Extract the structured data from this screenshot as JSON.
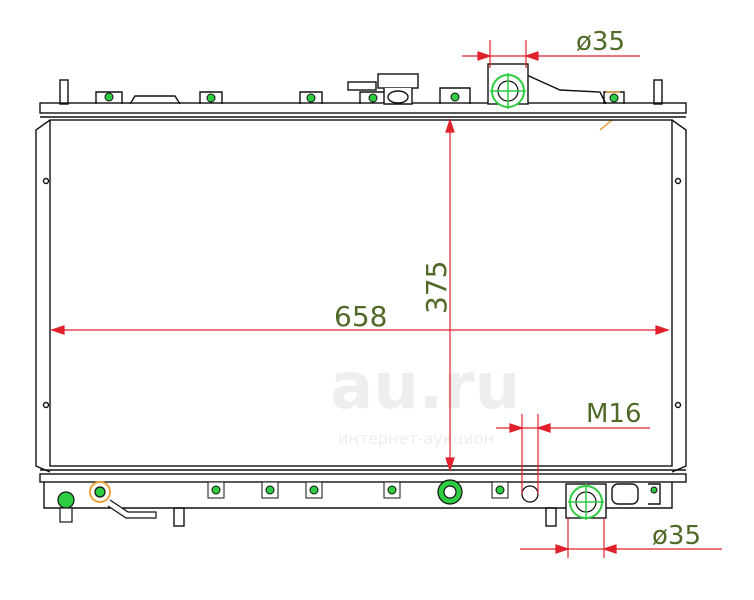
{
  "dimensions": {
    "width_label": "658",
    "height_label": "375",
    "inlet_diameter_label": "ø35",
    "outlet_diameter_label": "ø35",
    "drain_thread_label": "M16"
  },
  "watermark": {
    "brand": "au.ru",
    "subtitle": "интернет-аукцион"
  },
  "colors": {
    "outline": "#111111",
    "dimension_line": "#e0202a",
    "dimension_text": "#4f6a28",
    "fitting_highlight": "#2ecc40",
    "bracket_accent": "#e8a23a"
  }
}
